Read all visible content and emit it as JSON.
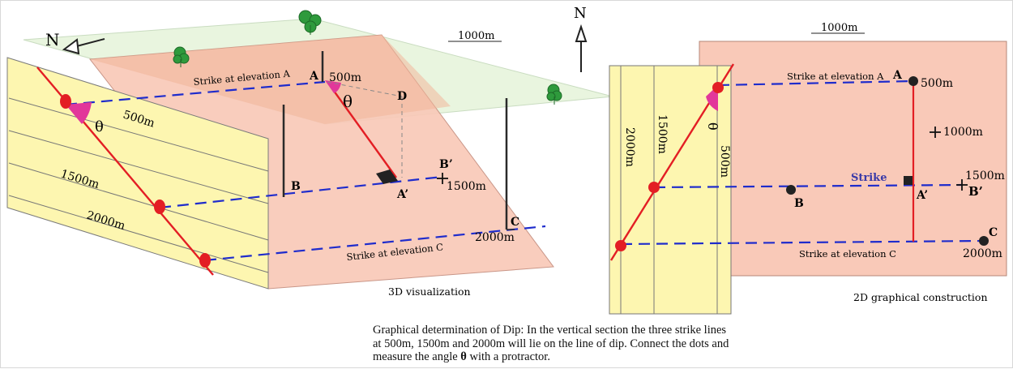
{
  "scale_bar_label": "1000m",
  "north_label": "N",
  "theta": "θ",
  "viz3d": {
    "title": "3D visualization",
    "strike_a": "Strike at elevation A",
    "strike_c": "Strike at elevation C",
    "point_a": "A",
    "point_a_elev": "500m",
    "point_d": "D",
    "point_b": "B",
    "point_b_prime": "B’",
    "point_b_prime_elev": "1500m",
    "point_a_prime": "A’",
    "point_c": "C",
    "point_c_elev": "2000m",
    "section_500": "500m",
    "section_1500": "1500m",
    "section_2000": "2000m"
  },
  "construction2d": {
    "title": "2D graphical construction",
    "strike_a": "Strike at elevation A",
    "strike_c": "Strike at elevation C",
    "strike": "Strike",
    "point_a": "A",
    "point_a_elev": "500m",
    "elev_1000": "1000m",
    "elev_1500": "1500m",
    "point_b": "B",
    "point_b_prime": "B’",
    "point_a_prime": "A’",
    "point_c": "C",
    "point_c_elev": "2000m",
    "section_500": "500m",
    "section_1500": "1500m",
    "section_2000": "2000m"
  },
  "caption": {
    "line1": "Graphical determination of Dip: In the vertical section the three strike lines",
    "line2": "at 500m, 1500m and 2000m will lie on the line of dip. Connect the dots and",
    "line3_pre": "measure the angle ",
    "line3_theta": "θ",
    "line3_post": " with a protractor."
  },
  "colors": {
    "section_yellow": "#fdf6b0",
    "plane_pink": "#f9c9b8",
    "ground_green": "#e9f5df",
    "dip_red": "#e31e24",
    "strike_blue": "#1f2ccc",
    "angle_magenta": "#e2379a",
    "tree_green": "#2e9a3c"
  }
}
